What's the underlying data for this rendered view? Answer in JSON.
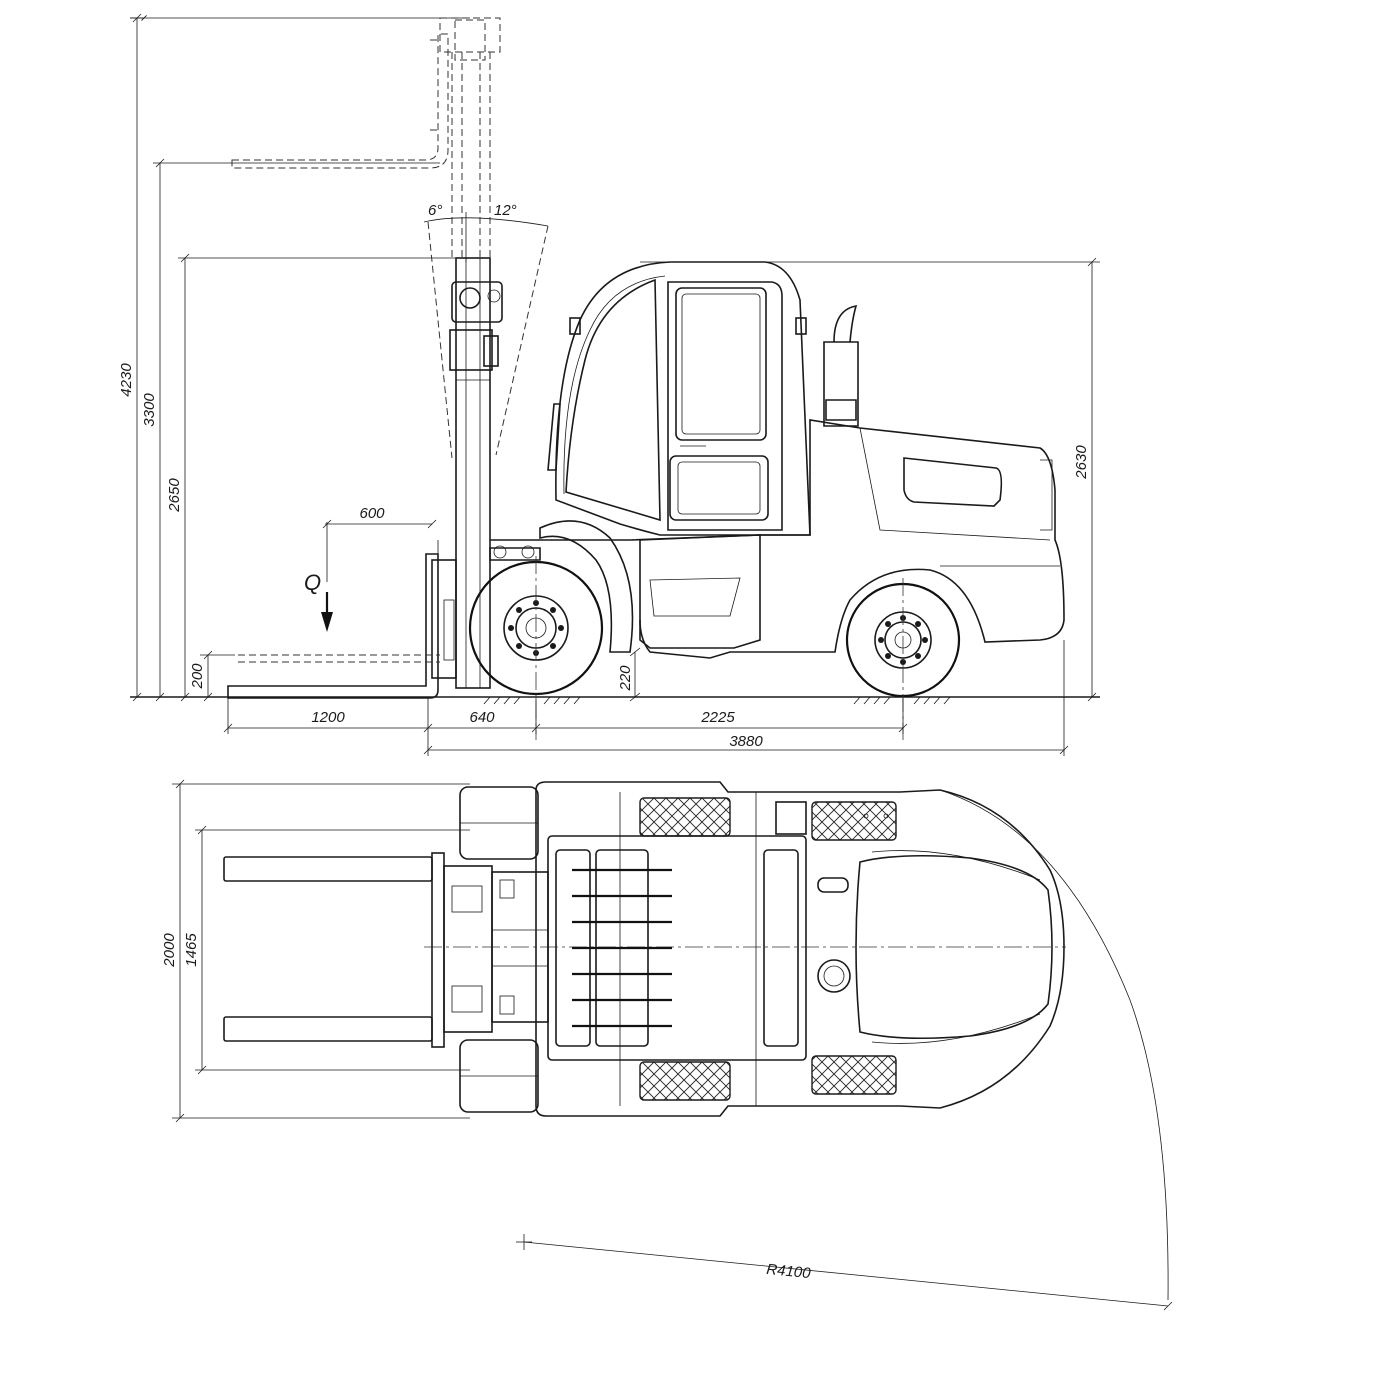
{
  "diagram": {
    "load_symbol": "Q",
    "side_view": {
      "heights": [
        "4230",
        "3300",
        "2650",
        "200"
      ],
      "overall_height": "2630",
      "load_center": "600",
      "ground_clearance": "220",
      "tilt_forward": "6°",
      "tilt_back": "12°",
      "lengths": [
        "1200",
        "640",
        "2225"
      ],
      "overall_length": "3880"
    },
    "top_view": {
      "overall_width": "2000",
      "fork_spread": "1465",
      "turning_radius": "R4100"
    },
    "colors": {
      "line": "#1a1a1a",
      "background": "#ffffff"
    }
  }
}
